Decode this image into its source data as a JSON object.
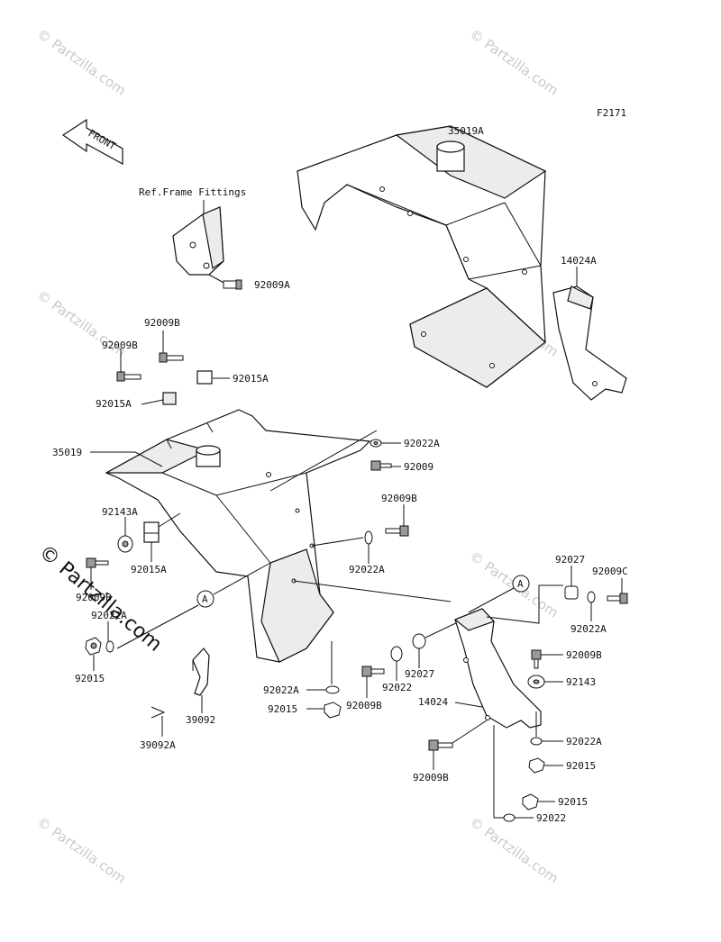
{
  "diagram": {
    "code": "F2171",
    "watermark": "© Partzilla.com",
    "front_arrow": "FRONT",
    "ref_note": "Ref.Frame Fittings",
    "labels": {
      "p35019A": "35019A",
      "p14024A": "14024A",
      "p92009A": "92009A",
      "p92009B_1": "92009B",
      "p92009B_2": "92009B",
      "p92015A_1": "92015A",
      "p92015A_2": "92015A",
      "p35019": "35019",
      "p92022A_1": "92022A",
      "p92009_1": "92009",
      "p92009B_3": "92009B",
      "p92143A": "92143A",
      "p92015A_3": "92015A",
      "p92022A_2": "92022A",
      "p92009B_4": "92009B",
      "p92022A_3": "92022A",
      "p92015_1": "92015",
      "p92027_1": "92027",
      "p92009C": "92009C",
      "p92022A_4": "92022A",
      "p92009B_5": "92009B",
      "p92143": "92143",
      "p92027_2": "92027",
      "p92022_1": "92022",
      "p92022A_5": "92022A",
      "p92015_2": "92015",
      "p92009B_6": "92009B",
      "p14024": "14024",
      "p92022A_6": "92022A",
      "p92015_3": "92015",
      "p92009B_7": "92009B",
      "p92015_4": "92015",
      "p92022_2": "92022",
      "p39092": "39092",
      "p39092A": "39092A"
    },
    "callout_letter": "A"
  }
}
